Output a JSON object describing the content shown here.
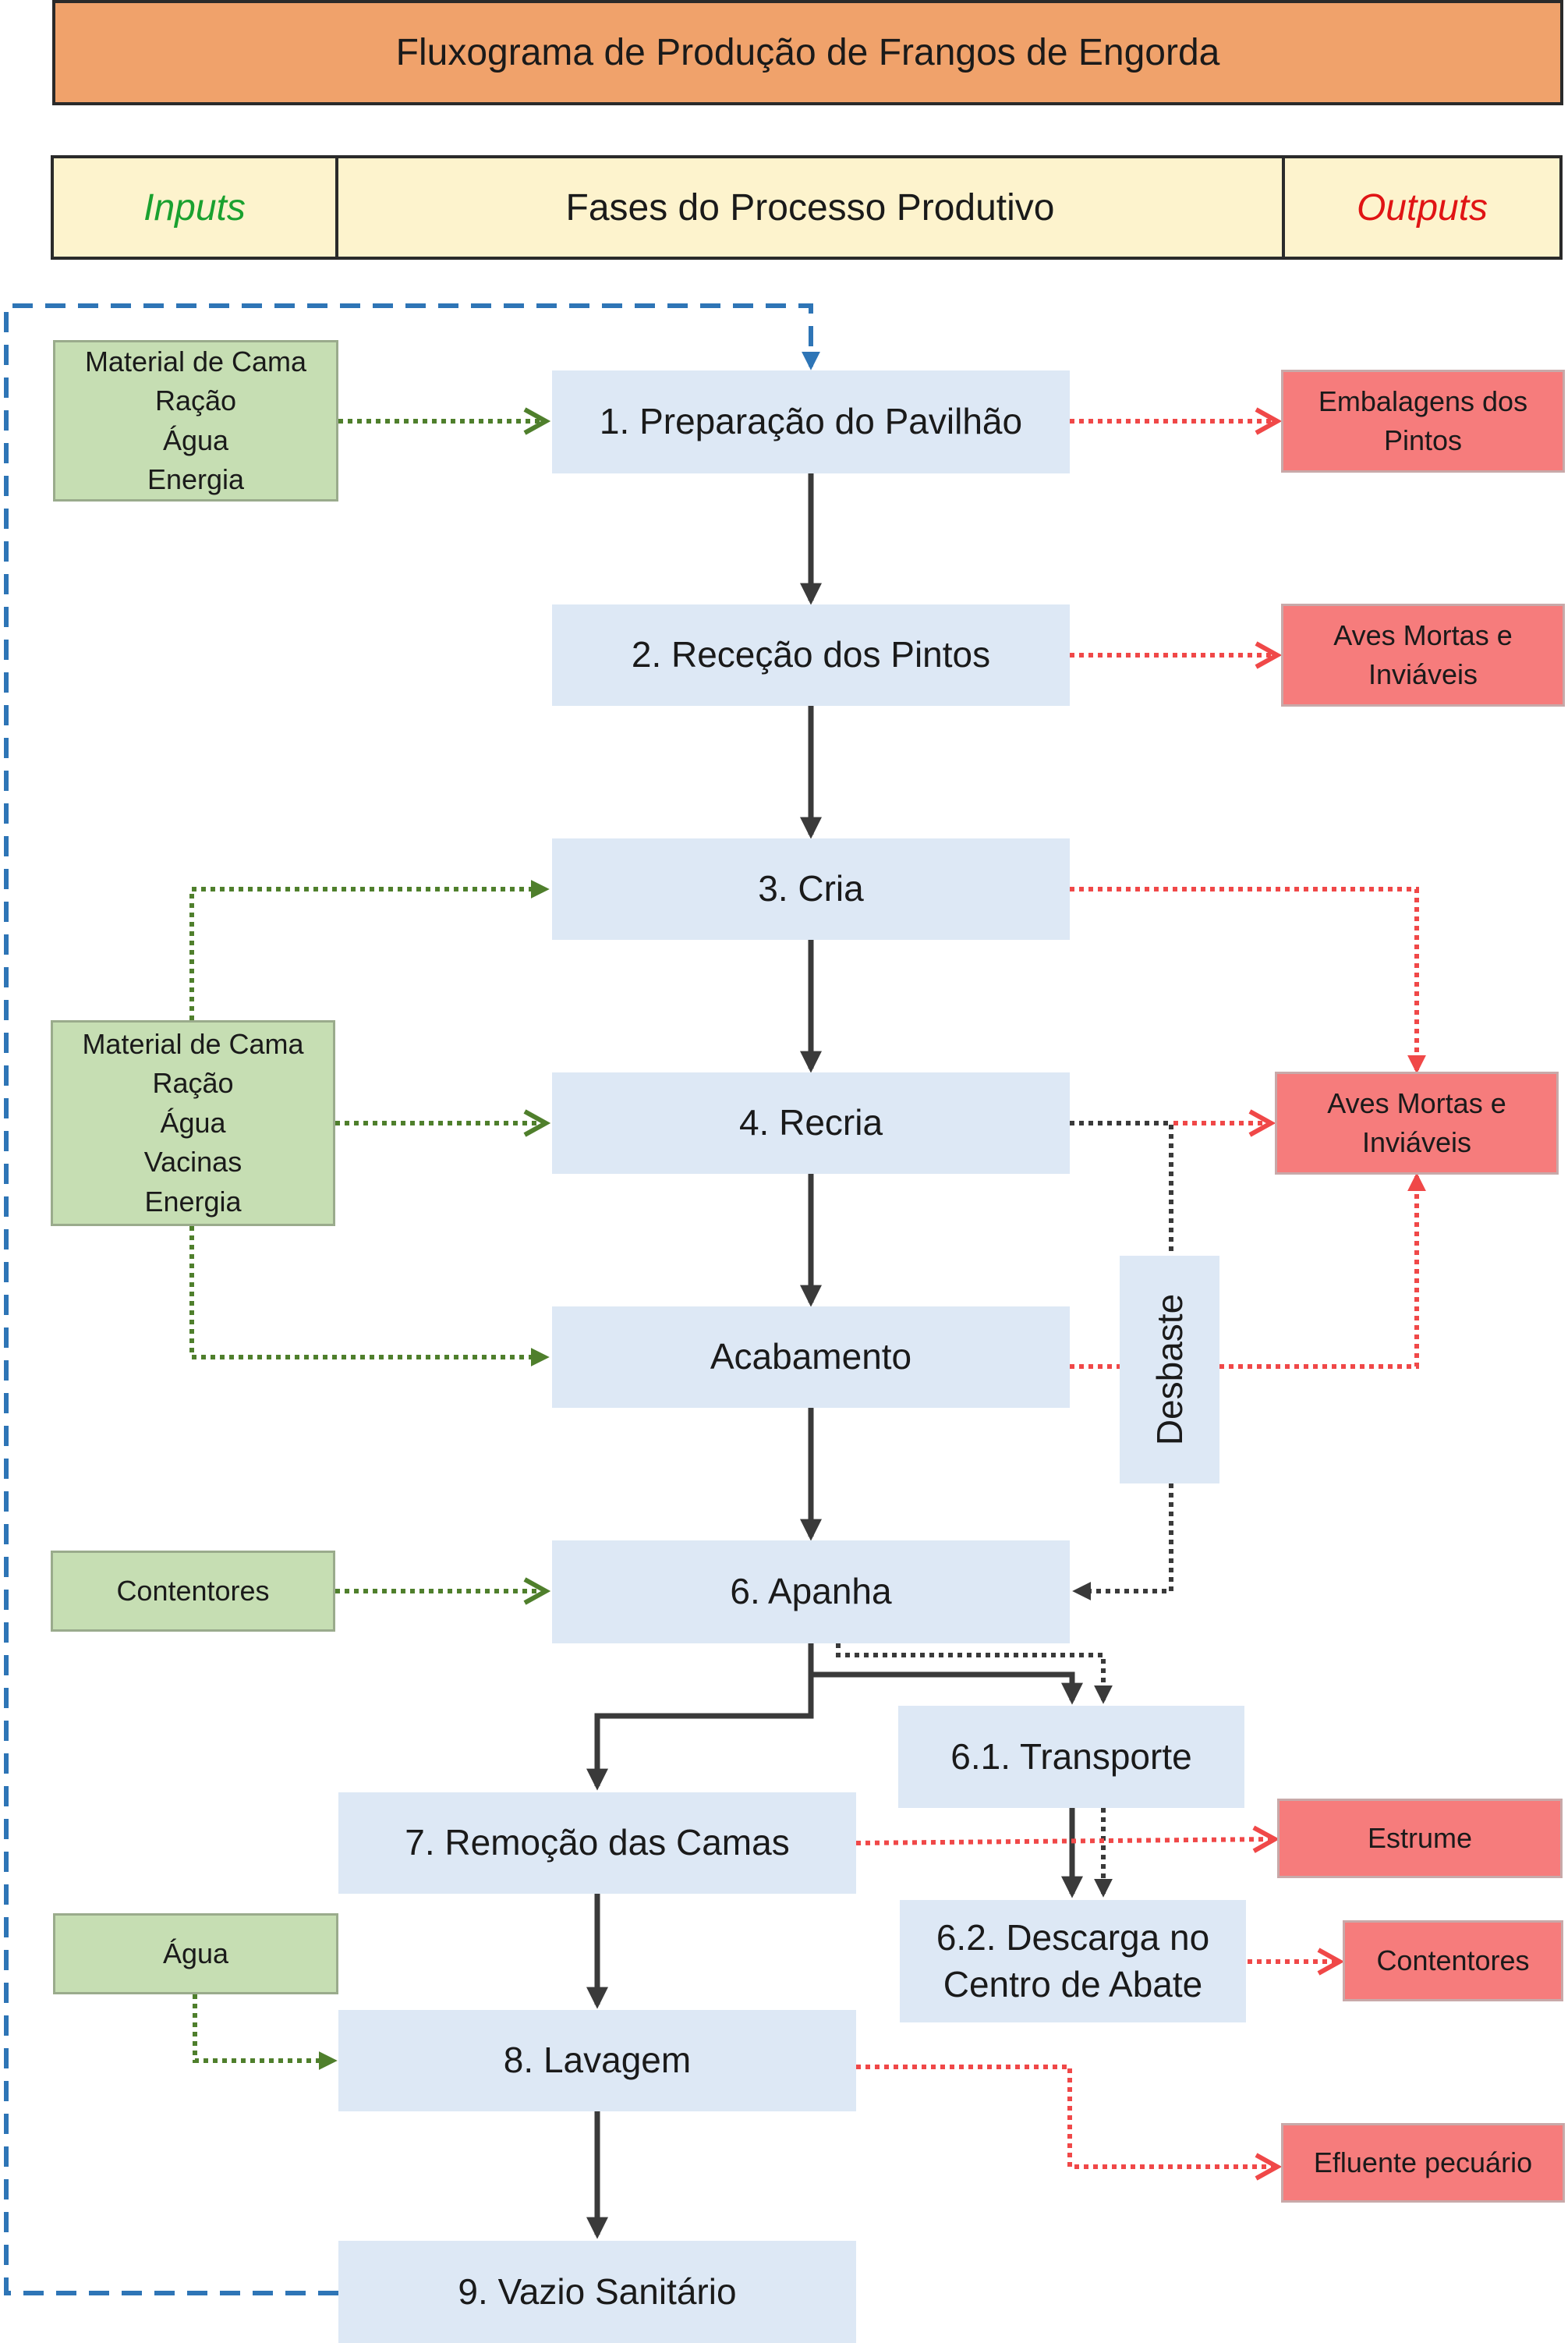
{
  "title": "Fluxograma de Produção de Frangos de Engorda",
  "header": {
    "inputs": "Inputs",
    "phases": "Fases do Processo Produtivo",
    "outputs": "Outputs"
  },
  "phases": {
    "p1": "1. Preparação do Pavilhão",
    "p2": "2. Receção dos Pintos",
    "p3": "3. Cria",
    "p4": "4. Recria",
    "p5": "Acabamento",
    "p6": "6. Apanha",
    "p61": "6.1. Transporte",
    "p62": "6.2. Descarga no\nCentro de Abate",
    "p7": "7. Remoção das Camas",
    "p8": "8. Lavagem",
    "p9": "9. Vazio Sanitário",
    "desbaste": "Desbaste"
  },
  "inputs": {
    "in1": "Material de Cama\nRação\nÁgua\nEnergia",
    "in2": "Material de Cama\nRação\nÁgua\nVacinas\nEnergia",
    "in3": "Contentores",
    "in4": "Água"
  },
  "outputs": {
    "out1": "Embalagens dos\nPintos",
    "out2": "Aves Mortas e\nInviáveis",
    "out3": "Aves Mortas e\nInviáveis",
    "out4": "Estrume",
    "out5": "Contentores",
    "out6": "Efluente pecuário"
  },
  "colors": {
    "title_bg": "#f0a26b",
    "header_bg": "#fdf3cd",
    "inputs_label": "#1aa12f",
    "outputs_label": "#e01414",
    "phase_bg": "#dde8f5",
    "input_bg": "#c6deb3",
    "output_bg": "#f67c7c",
    "input_arrow": "#4f7f2c",
    "output_arrow": "#f04848",
    "main_arrow": "#3a3a3a",
    "loop_arrow": "#2e75b6"
  }
}
